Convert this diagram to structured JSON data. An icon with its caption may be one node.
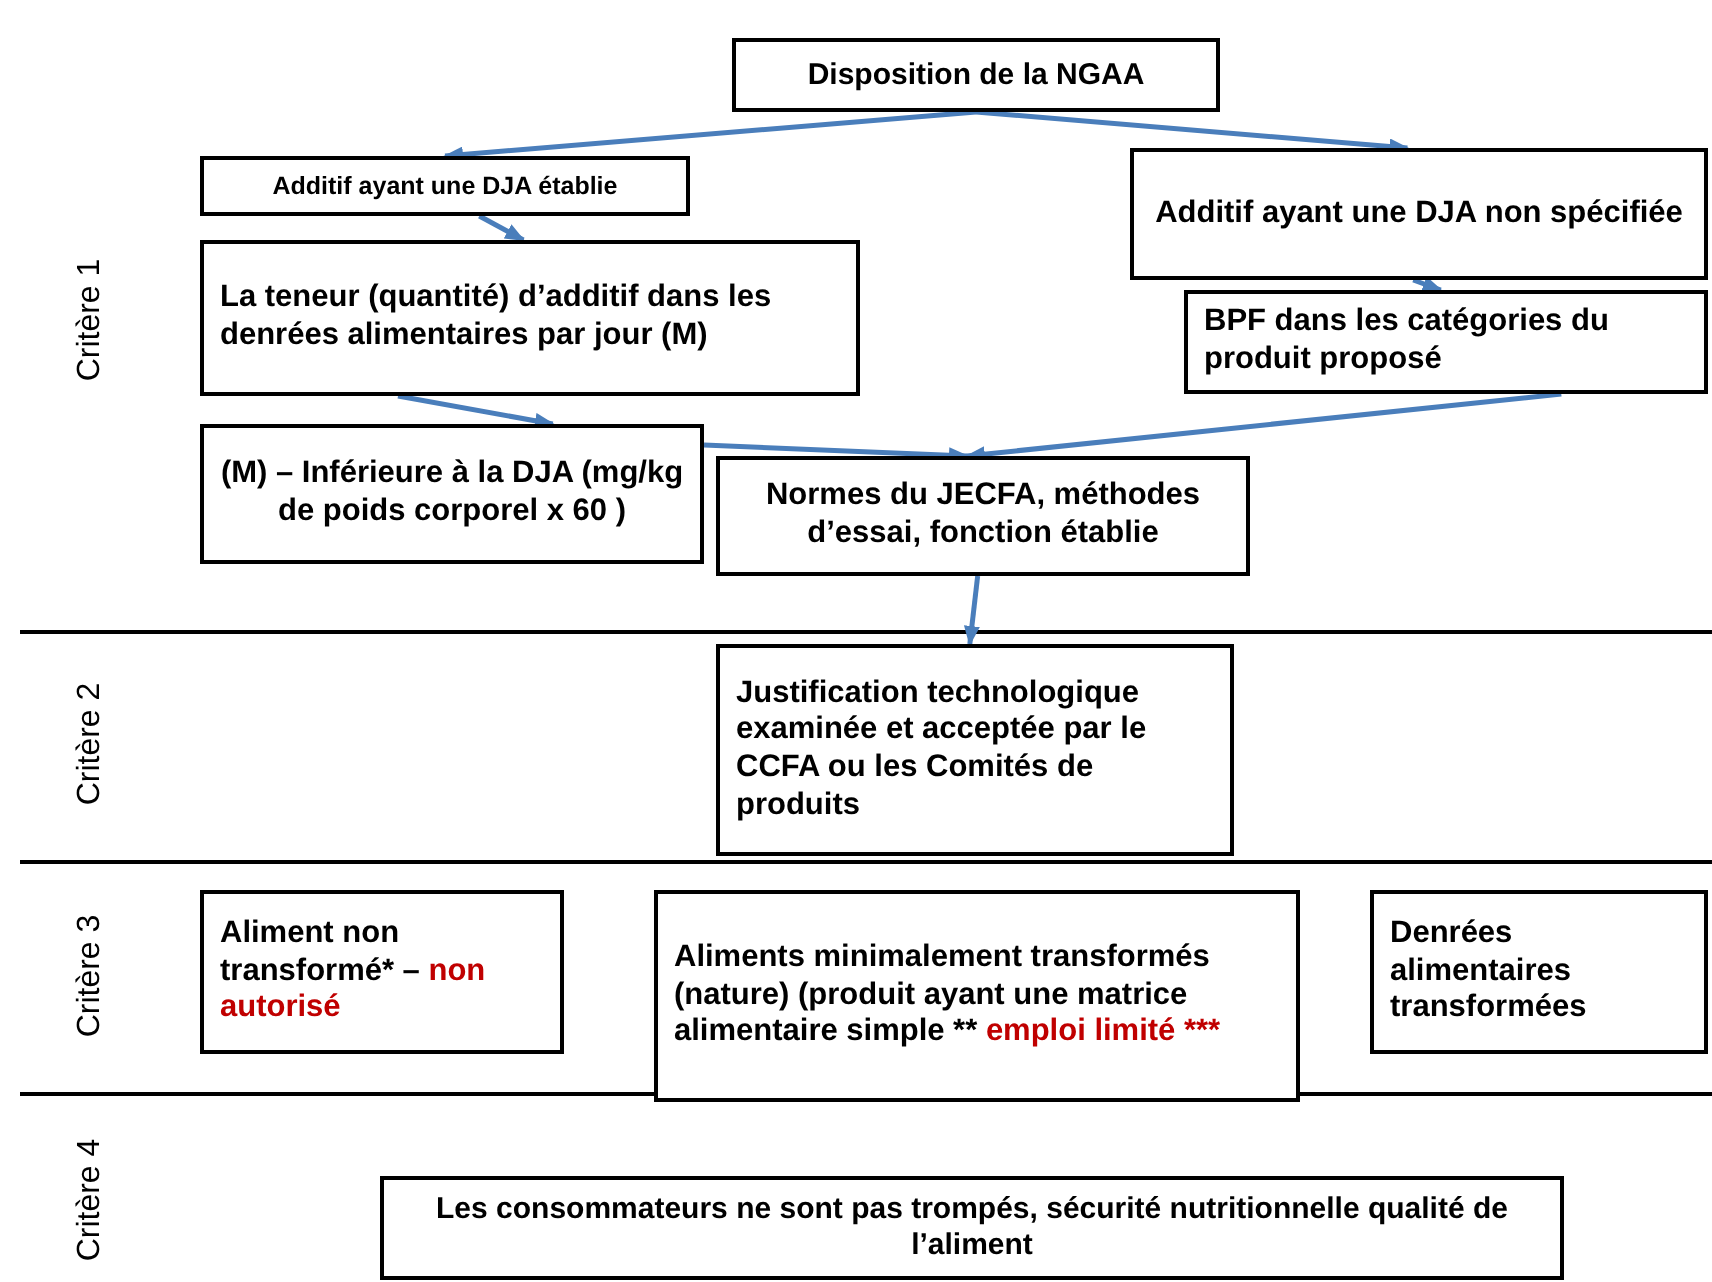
{
  "diagram": {
    "nodes": [
      {
        "text": [
          "Disposition de la NGAA"
        ]
      },
      {
        "text": [
          "Additif ayant une DJA établie"
        ]
      },
      {
        "text": [
          "Additif ayant une DJA non spécifiée"
        ]
      },
      {
        "text": [
          "La teneur (quantité) d’additif dans les denrées alimentaires par jour (M)"
        ]
      },
      {
        "text": [
          "BPF dans les catégories du produit proposé"
        ]
      },
      {
        "text": [
          "(M) – Inférieure à la DJA (mg/kg de poids corporel x 60 )"
        ]
      },
      {
        "text": [
          "Normes du JECFA, méthodes d’essai, fonction établie"
        ]
      },
      {
        "text": [
          "Justification technologique examinée et acceptée par le CCFA ou les Comités de produits"
        ]
      },
      {
        "text": [
          "Aliment non transformé* –",
          "non autorisé"
        ]
      },
      {
        "text": [
          "Aliments minimalement transformés (nature) (produit ayant une matrice alimentaire simple **",
          "emploi limité ***"
        ]
      },
      {
        "text": [
          "Denrées alimentaires transformées"
        ]
      },
      {
        "text": [
          "Les consommateurs ne sont pas trompés, sécurité nutritionnelle qualité de l’aliment"
        ]
      }
    ],
    "edges": [
      {
        "from": 0,
        "to": 1,
        "arrow": "to"
      },
      {
        "from": 0,
        "to": 2,
        "arrow": "to"
      },
      {
        "from": 1,
        "to": 3,
        "arrow": "to"
      },
      {
        "from": 2,
        "to": 4,
        "arrow": "to"
      },
      {
        "from": 3,
        "to": 5,
        "arrow": "to"
      },
      {
        "from": 5,
        "to": 6,
        "arrow": "to"
      },
      {
        "from": 4,
        "to": 6,
        "arrow": "to"
      },
      {
        "from": 6,
        "to": 7,
        "arrow": "to"
      }
    ],
    "labels": [
      "Critère 1",
      "Critère 2",
      "Critère 3",
      "Critère 4"
    ]
  }
}
